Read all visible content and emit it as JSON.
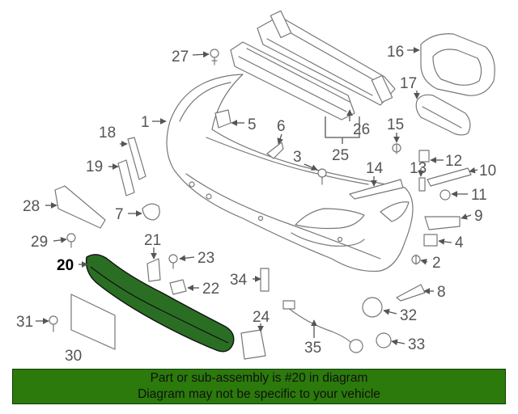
{
  "diagram": {
    "callouts": [
      "27",
      "16",
      "17",
      "1",
      "5",
      "26",
      "18",
      "6",
      "15",
      "19",
      "3",
      "25",
      "12",
      "14",
      "13",
      "10",
      "28",
      "7",
      "11",
      "9",
      "29",
      "21",
      "4",
      "20",
      "23",
      "2",
      "22",
      "34",
      "8",
      "31",
      "24",
      "32",
      "30",
      "35",
      "33"
    ],
    "highlighted_callout": "20"
  },
  "banner": {
    "line1": "Part or sub-assembly is #20 in diagram",
    "line2": "Diagram may not be specific to your vehicle",
    "background_color": "#2b7a0b"
  },
  "colors": {
    "highlight_part": "#2a6e24",
    "line_art": "#777777"
  }
}
